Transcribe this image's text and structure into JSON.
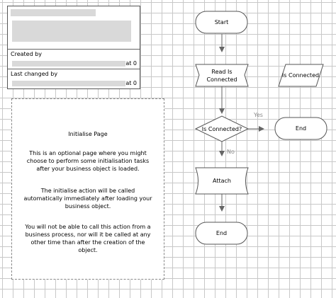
{
  "info": {
    "created_by_label": "Created by",
    "created_by_suffix": "at 0",
    "last_changed_label": "Last changed by",
    "last_changed_suffix": "at 0"
  },
  "note": {
    "title": "Initialise Page",
    "paragraph_1": "This is an optional page where you might choose to perform some initialisation tasks after your business object is loaded.",
    "paragraph_2": "The initialise action will be called automatically immediately after loading your business object.",
    "paragraph_3": "You will not be able to call this action from a business process, nor will it be called at any other time than after the creation of the object."
  },
  "flow": {
    "start": "Start",
    "read_stage": "Read Is Connected",
    "data_item": "Is Connected",
    "decision": "Is Connected?",
    "yes_label": "Yes",
    "no_label": "No",
    "end_yes": "End",
    "attach": "Attach",
    "end_no": "End"
  },
  "colors": {
    "grid": "#c8c8c8",
    "stroke": "#555555",
    "arrow": "#666666",
    "label_grey": "#888888"
  }
}
